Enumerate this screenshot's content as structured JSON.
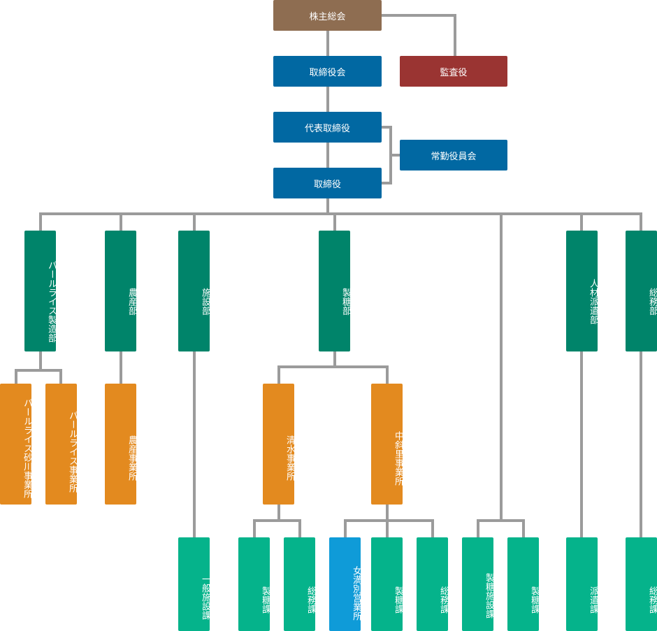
{
  "colors": {
    "brown": "#8e6d51",
    "blue": "#0168a2",
    "red": "#9a3432",
    "dark_green": "#00846a",
    "orange": "#e38a1f",
    "teal": "#05b38b",
    "light_blue": "#0f9bd8",
    "line": "#9b9b9b"
  },
  "nodes": {
    "shareholders": "株主総会",
    "board": "取締役会",
    "auditor": "監査役",
    "rep_director": "代表取締役",
    "exec_committee": "常勤役員会",
    "director": "取締役",
    "dept_pearl_rice": "パールライス製造部",
    "dept_agri": "農産部",
    "dept_facility": "施設部",
    "dept_sugar": "製糖部",
    "dept_staffing": "人材派遣部",
    "dept_general": "総務部",
    "office_pearl_sunagawa": "パールライス砂川事業所",
    "office_pearl": "パールライス事業所",
    "office_agri": "農産事業所",
    "office_shimizu": "清水事業所",
    "office_nakashari": "中斜里事業所",
    "sec_facility": "一般施設課",
    "sec_shimizu_sugar": "製糖課",
    "sec_shimizu_general": "総務課",
    "sec_memambetsu": "女満別営業所",
    "sec_nakashari_sugar": "製糖課",
    "sec_nakashari_general": "総務課",
    "sec_sugar_facility": "製糖施設課",
    "sec_sugar": "製糖課",
    "sec_dispatch": "派遣課",
    "sec_general": "総務課"
  }
}
